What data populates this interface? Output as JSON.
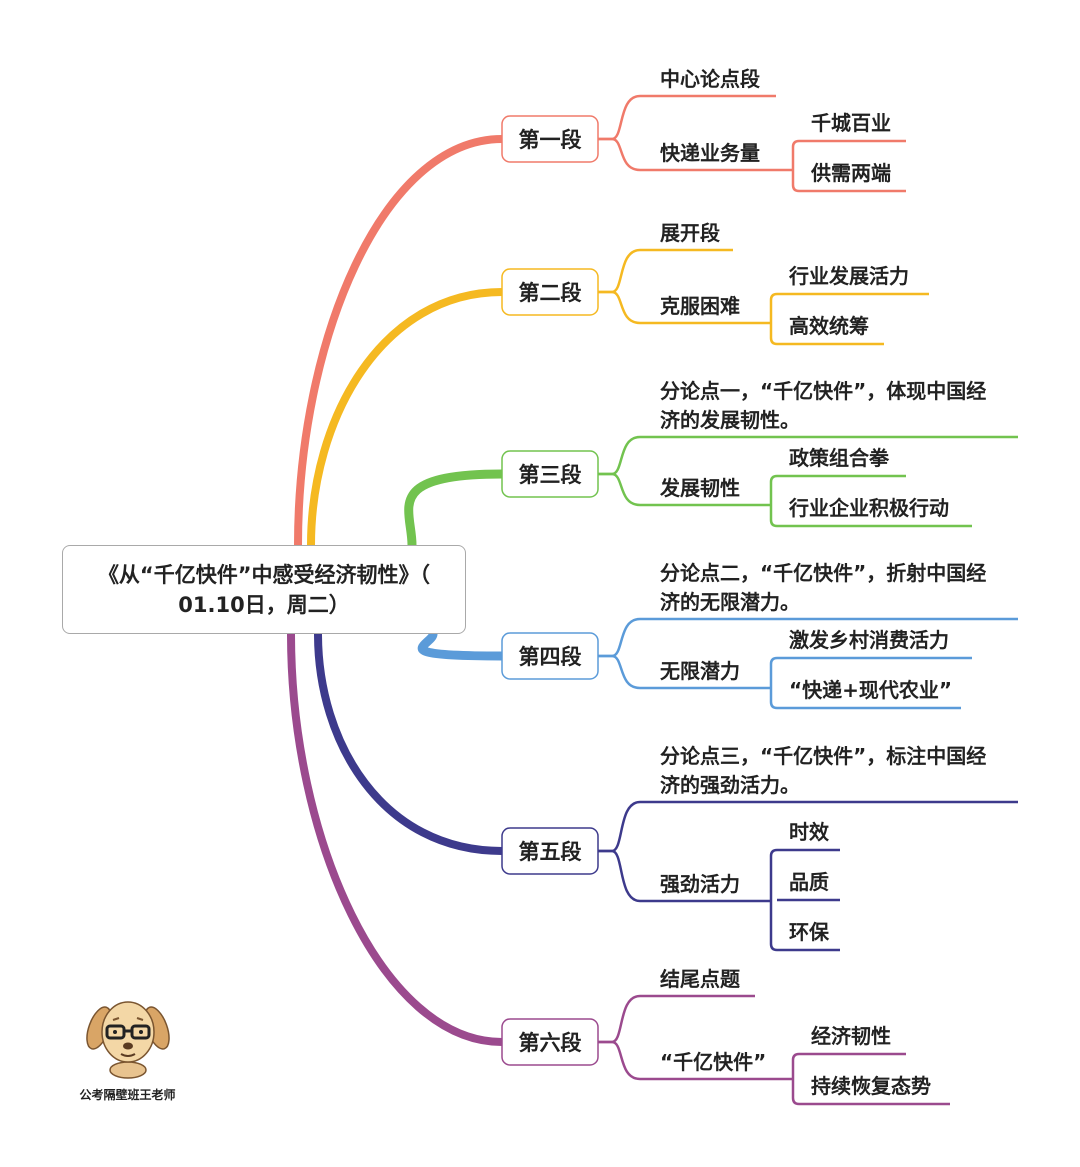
{
  "root": {
    "line1": "《从“千亿快件”中感受经济韧性》（",
    "line2": "01.10日，周二）"
  },
  "sections": [
    {
      "label": "第一段",
      "color": "#f07a6a",
      "children": [
        {
          "lines": [
            "中心论点段"
          ],
          "subs": []
        },
        {
          "lines": [
            "快递业务量"
          ],
          "subs": [
            "千城百业",
            "供需两端"
          ]
        }
      ]
    },
    {
      "label": "第二段",
      "color": "#f5b921",
      "children": [
        {
          "lines": [
            "展开段"
          ],
          "subs": []
        },
        {
          "lines": [
            "克服困难"
          ],
          "subs": [
            "行业发展活力",
            "高效统筹"
          ]
        }
      ]
    },
    {
      "label": "第三段",
      "color": "#72c34f",
      "children": [
        {
          "lines": [
            "分论点一，“千亿快件”，体现中国经",
            "济的发展韧性。"
          ],
          "subs": []
        },
        {
          "lines": [
            "发展韧性"
          ],
          "subs": [
            "政策组合拳",
            "行业企业积极行动"
          ]
        }
      ]
    },
    {
      "label": "第四段",
      "color": "#5b9bd9",
      "children": [
        {
          "lines": [
            "分论点二，“千亿快件”，折射中国经",
            "济的无限潜力。"
          ],
          "subs": []
        },
        {
          "lines": [
            "无限潜力"
          ],
          "subs": [
            "激发乡村消费活力",
            "“快递+现代农业”"
          ]
        }
      ]
    },
    {
      "label": "第五段",
      "color": "#3d3a8c",
      "children": [
        {
          "lines": [
            "分论点三，“千亿快件”，标注中国经",
            "济的强劲活力。"
          ],
          "subs": []
        },
        {
          "lines": [
            "强劲活力"
          ],
          "subs": [
            "时效",
            "品质",
            "环保"
          ]
        }
      ]
    },
    {
      "label": "第六段",
      "color": "#9b4a8e",
      "children": [
        {
          "lines": [
            "结尾点题"
          ],
          "subs": []
        },
        {
          "lines": [
            "“千亿快件”"
          ],
          "subs": [
            "经济韧性",
            "持续恢复态势"
          ]
        }
      ]
    }
  ],
  "watermark": {
    "label": "公考隔壁班王老师",
    "icon": "cartoon-dog-with-glasses-icon"
  }
}
